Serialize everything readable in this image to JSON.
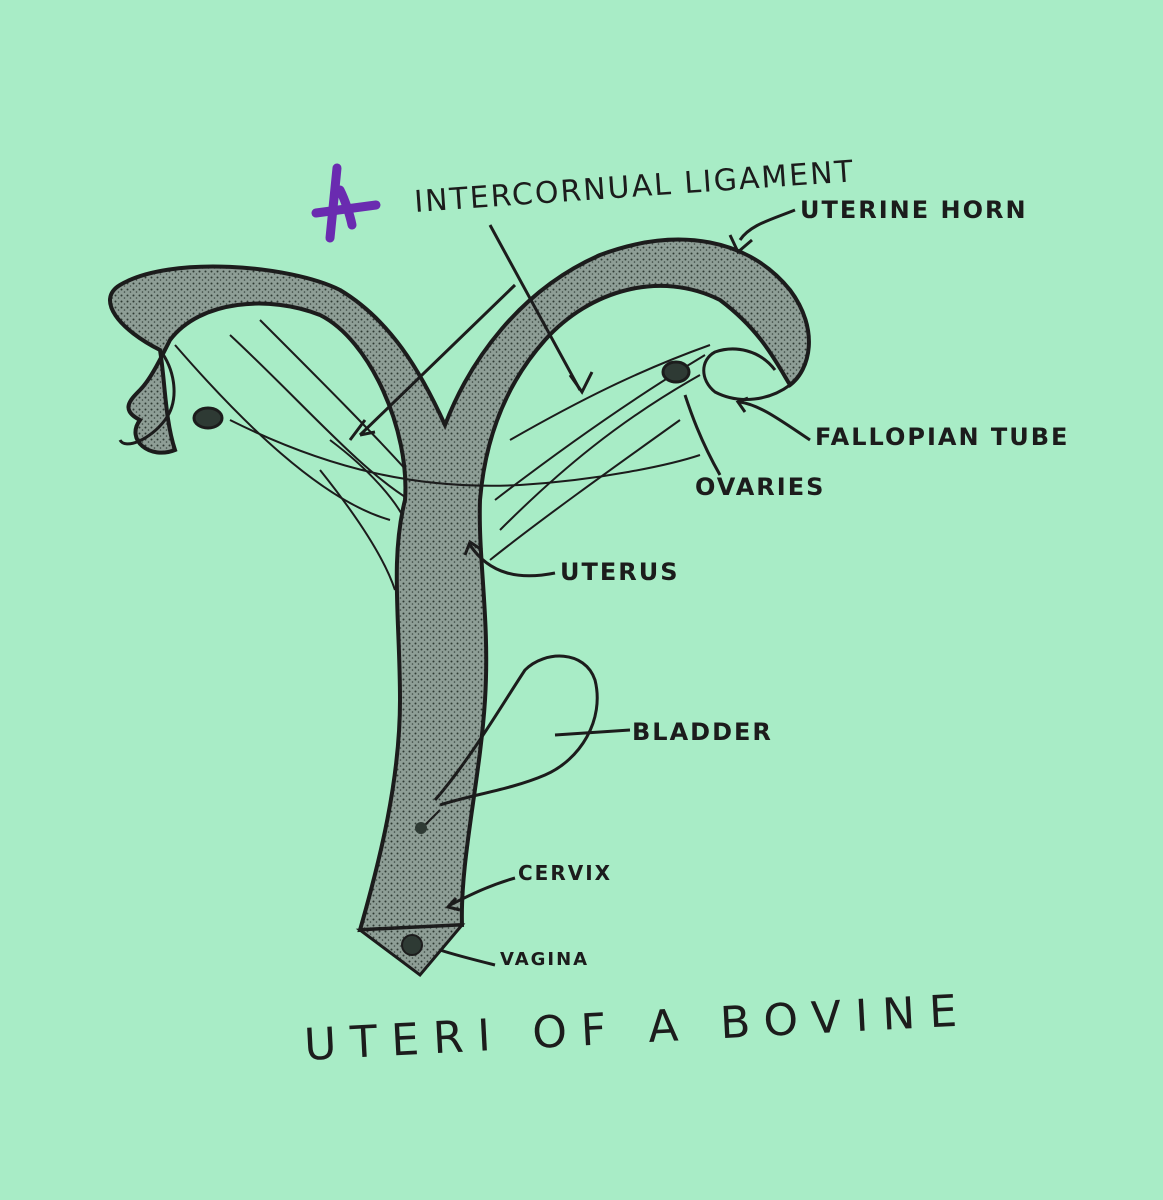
{
  "diagram": {
    "colors": {
      "paper": "#a8ecc6",
      "ink": "#1c1c1c",
      "organ_fill": "#7e8f86",
      "mark": "#6a2bb0"
    },
    "labels": {
      "intercornual_ligament": "INTERCORNUAL LIGAMENT",
      "uterine_horn": "UTERINE HORN",
      "fallopian_tube": "FALLOPIAN TUBE",
      "ovaries": "OVARIES",
      "uterus": "UTERUS",
      "bladder": "BLADDER",
      "cervix": "CERVIX",
      "vagina": "VAGINA"
    },
    "title": "UTERI OF A BOVINE",
    "mark_icon": "purple-star-mark"
  }
}
